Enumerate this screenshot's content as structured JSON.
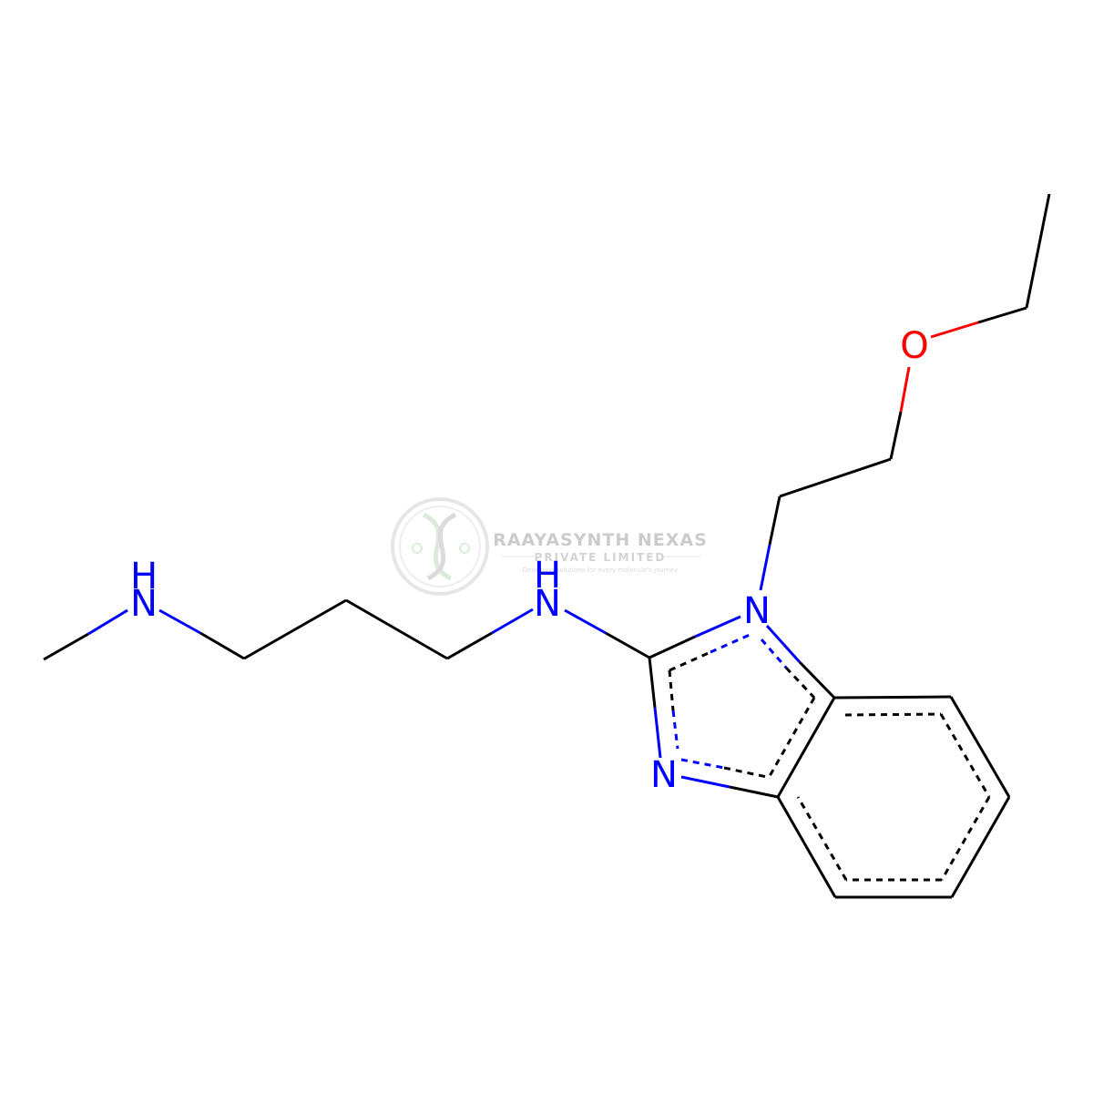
{
  "diagram": {
    "type": "skeletal-structure",
    "atom_labels": {
      "nh_left": "NH",
      "nh_left_h": "H",
      "nh_left_n": "N",
      "nh_mid_h": "H",
      "nh_mid_n": "N",
      "n_ring_top": "N",
      "n_ring_bottom": "N",
      "oxygen": "O"
    },
    "colors": {
      "bond": "#000000",
      "nitrogen": "#0000ff",
      "oxygen": "#ff0000"
    }
  },
  "watermark": {
    "title": "RAAYASYNTH NEXAS",
    "subtitle": "PRIVATE LIMITED",
    "tagline": "Designing solutions for every molecule's journey",
    "logo_icon": "dna-helix-logo-icon"
  }
}
